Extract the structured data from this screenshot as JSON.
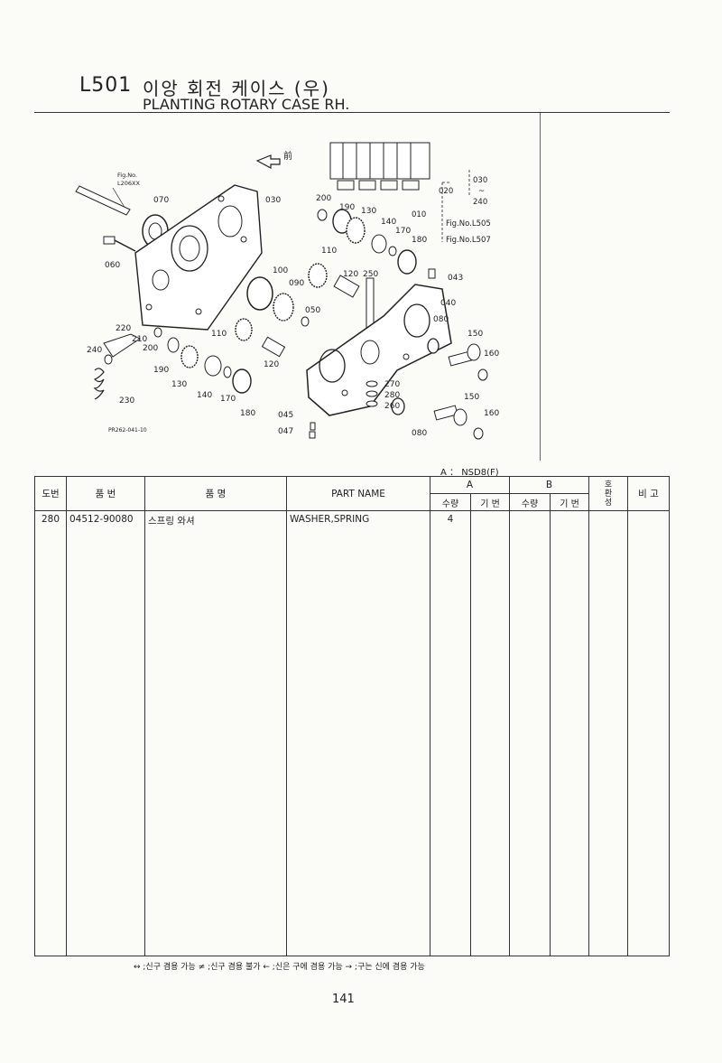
{
  "header": {
    "code": "L501",
    "title_ko": "이앙 회전 케이스 (우)",
    "title_en": "PLANTING ROTARY CASE RH."
  },
  "diagram": {
    "front_label": "前",
    "fig_ref": "Fig.No.\nL206XX",
    "fig_ref_line1": "Fig.No.",
    "fig_ref_line2": "L206XX",
    "ref_box_010": "010",
    "ref_box_020": "020",
    "ref_box_030": "030",
    "ref_box_tilde": "~",
    "ref_box_240": "240",
    "ref_fig_l505": "Fig.No.L505",
    "ref_fig_l507": "Fig.No.L507",
    "drawing_code": "PR262-041-10",
    "callouts": [
      "070",
      "030",
      "200",
      "190",
      "130",
      "140",
      "170",
      "180",
      "060",
      "110",
      "120",
      "250",
      "043",
      "100",
      "090",
      "050",
      "040",
      "080",
      "150",
      "160",
      "220",
      "210",
      "200",
      "110",
      "240",
      "190",
      "130",
      "140",
      "170",
      "120",
      "180",
      "045",
      "047",
      "270",
      "280",
      "260",
      "150",
      "160",
      "080",
      "230"
    ]
  },
  "table": {
    "std_label": "A ： NSD8(F)",
    "headers": {
      "ref_no": "도번",
      "part_no": "품 번",
      "part_name_ko": "품    명",
      "part_name_en": "PART NAME",
      "group_a": "A",
      "group_b": "B",
      "qty": "수량",
      "spec": "기 번",
      "interchange": "호\n환\n성",
      "interchange_1": "호",
      "interchange_2": "환",
      "interchange_3": "성",
      "remarks": "비   고"
    },
    "rows": [
      {
        "ref_no": "280",
        "part_no": "04512-90080",
        "name_ko": "스프링 와셔",
        "name_en": "WASHER,SPRING",
        "qty_a": "4",
        "spec_a": "",
        "qty_b": "",
        "spec_b": "",
        "interchange": "",
        "remarks": ""
      }
    ]
  },
  "legend": "↔ ;신구 겸용 가능    ≠ ;신구 겸용 불가    ← ;신은 구에 겸용 가능    → ;구는 신에 겸용 가능",
  "page_number": "141"
}
